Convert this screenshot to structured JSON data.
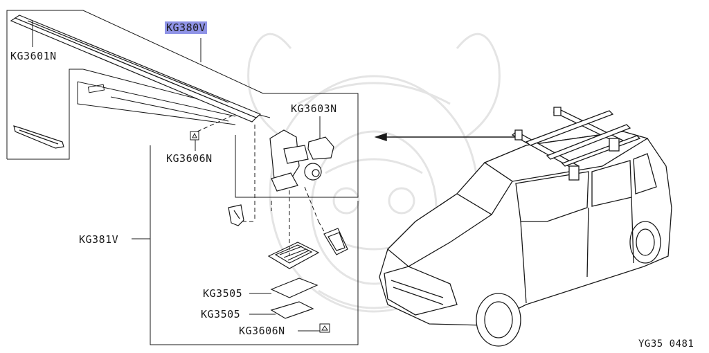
{
  "labels": {
    "kg380v": "KG380V",
    "kg3601n": "KG3601N",
    "kg3603n": "KG3603N",
    "kg3606n_top": "KG3606N",
    "kg381v": "KG381V",
    "kg3505_a": "KG3505",
    "kg3505_b": "KG3505",
    "kg3606n_bottom": "KG3606N"
  },
  "diagram_code": "YG35 0481",
  "colors": {
    "highlight": "#8f93e6",
    "ink": "#1a1a1a",
    "watermark": "#e6e6e6"
  }
}
